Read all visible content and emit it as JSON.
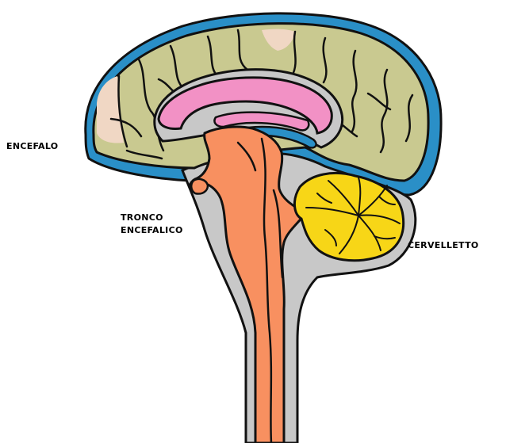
{
  "labels": {
    "encefalo": "ENCEFALO",
    "tronco_line1": "TRONCO",
    "tronco_line2": "ENCEFALICO",
    "cervelletto": "CERVELLETTO"
  },
  "colors": {
    "meninges": "#2a8fc7",
    "cortex": "#c9c990",
    "cortex_highlight": "#f0d7c4",
    "corpus_callosum": "#f291c5",
    "cavity": "#c8c8c8",
    "brainstem": "#f89060",
    "cerebellum": "#f7d617",
    "outline": "#111111"
  }
}
